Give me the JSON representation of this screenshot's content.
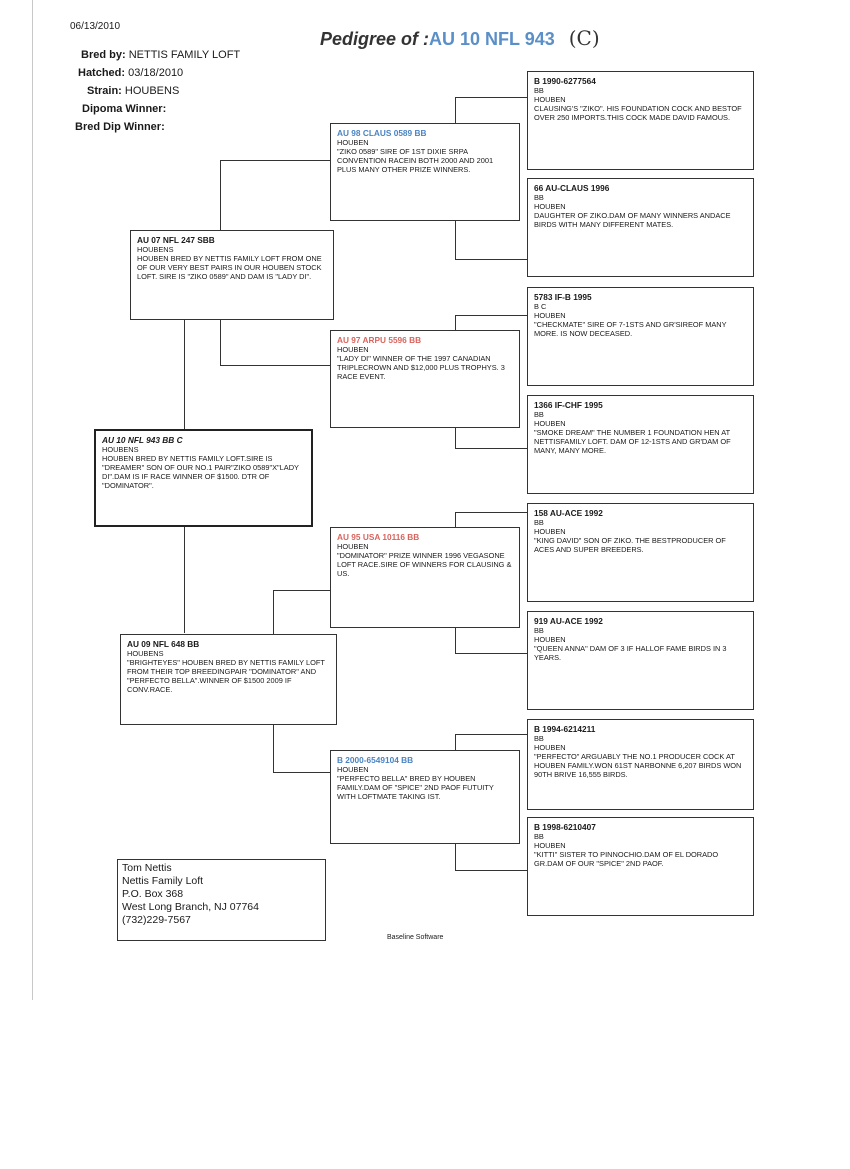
{
  "header": {
    "date": "06/13/2010",
    "title_prefix": "Pedigree of :",
    "title_reg": "AU 10 NFL 943",
    "title_hand": "(C)",
    "bred_by_label": "Bred by:",
    "bred_by": "NETTIS FAMILY LOFT",
    "hatched_label": "Hatched:",
    "hatched": "03/18/2010",
    "strain_label": "Strain:",
    "strain": "HOUBENS",
    "diploma_label": "Dipoma Winner:",
    "bred_dip_label": "Bred Dip Winner:"
  },
  "subject": {
    "id": "AU 10 NFL 943 BB",
    "id_mark": "C",
    "strain": "HOUBENS",
    "notes": "HOUBEN BRED BY NETTIS FAMILY LOFT.SIRE IS \"DREAMER\" SON OF OUR NO.1 PAIR\"ZIKO 0589\"x\"LADY DI\".DAM IS IF RACE WINNER OF $1500. DTR OF \"DOMINATOR\"."
  },
  "sire": {
    "id": "AU 07 NFL 247 SBB",
    "strain": "HOUBENS",
    "notes": "HOUBEN BRED BY NETTIS FAMILY LOFT FROM ONE OF OUR VERY BEST PAIRS IN OUR HOUBEN STOCK LOFT. SIRE IS \"ZIKO 0589\" AND DAM IS \"LADY DI\"."
  },
  "dam": {
    "id": "AU 09 NFL 648 BB",
    "strain": "HOUBENS",
    "notes": "\"BRIGHTEYES\" HOUBEN BRED BY NETTIS FAMILY LOFT FROM THEIR TOP BREEDINGPAIR \"DOMINATOR\" AND \"PERFECTO BELLA\".WINNER OF $1500 2009 IF CONV.RACE."
  },
  "grandparents": [
    {
      "id": "AU 98 CLAUS 0589 BB",
      "strain": "HOUBEN",
      "notes": "\"ZIKO 0589\" SIRE OF 1ST DIXIE SRPA CONVENTION RACEIN BOTH 2000 AND 2001 PLUS MANY OTHER PRIZE WINNERS."
    },
    {
      "id": "AU 97 ARPU 5596 BB",
      "strain": "HOUBEN",
      "notes": "\"LADY DI\" WINNER OF THE 1997 CANADIAN TRIPLECROWN AND $12,000 PLUS TROPHYS. 3 RACE EVENT."
    },
    {
      "id": "AU 95 USA 10116 BB",
      "strain": "HOUBEN",
      "notes": "\"DOMINATOR\" PRIZE WINNER 1996 VEGASONE LOFT RACE.SIRE OF WINNERS FOR CLAUSING & US."
    },
    {
      "id": "B 2000-6549104 BB",
      "strain": "HOUBEN",
      "notes": "\"PERFECTO BELLA\" BRED BY HOUBEN FAMILY.DAM OF \"SPICE\" 2ND PAOF FUTUITY WITH LOFTMATE TAKING IST."
    }
  ],
  "great_grandparents": [
    {
      "id": "B 1990-6277564",
      "color": "BB",
      "strain": "HOUBEN",
      "notes": "CLAUSING'S \"ZIKO\". HIS FOUNDATION COCK AND BESTOF OVER 250 IMPORTS.THIS COCK MADE DAVID FAMOUS."
    },
    {
      "id": "66 AU-CLAUS 1996",
      "color": "BB",
      "strain": "HOUBEN",
      "notes": "DAUGHTER OF ZIKO.DAM OF MANY WINNERS ANDACE BIRDS WITH MANY DIFFERENT MATES."
    },
    {
      "id": "5783 IF-B 1995",
      "color": "B C",
      "strain": "HOUBEN",
      "notes": "\"CHECKMATE\" SIRE OF 7-1STS AND GR'SIREOF MANY MORE. IS NOW DECEASED."
    },
    {
      "id": "1366 IF-CHF 1995",
      "color": "BB",
      "strain": "HOUBEN",
      "notes": "\"SMOKE DREAM\" THE NUMBER 1 FOUNDATION HEN AT NETTISFAMILY LOFT. DAM OF 12-1STS AND GR'DAM OF MANY, MANY MORE."
    },
    {
      "id": "158 AU-ACE 1992",
      "color": "BB",
      "strain": "HOUBEN",
      "notes": "\"KING DAVID\" SON OF ZIKO. THE BESTPRODUCER OF ACES AND SUPER BREEDERS."
    },
    {
      "id": "919 AU-ACE 1992",
      "color": "BB",
      "strain": "HOUBEN",
      "notes": "\"QUEEN ANNA\" DAM OF 3 IF HALLOF FAME BIRDS IN 3 YEARS."
    },
    {
      "id": "B 1994-6214211",
      "color": "BB",
      "strain": "HOUBEN",
      "notes": "\"PERFECTO\" ARGUABLY THE NO.1 PRODUCER COCK AT HOUBEN FAMILY.WON 61ST NARBONNE 6,207 BIRDS WON 90TH BRIVE 16,555 BIRDS."
    },
    {
      "id": "B 1998-6210407",
      "color": "BB",
      "strain": "HOUBEN",
      "notes": "\"KITTI\" SISTER TO PINNOCHIO.DAM OF EL DORADO GR.DAM OF OUR \"SPICE\" 2ND PAOF."
    }
  ],
  "contact": {
    "name": "Tom Nettis",
    "loft": "Nettis Family Loft",
    "address1": "P.O. Box 368",
    "address2": "West Long Branch, NJ 07764",
    "phone": "(732)229-7567"
  },
  "footer": "Baseline Software"
}
